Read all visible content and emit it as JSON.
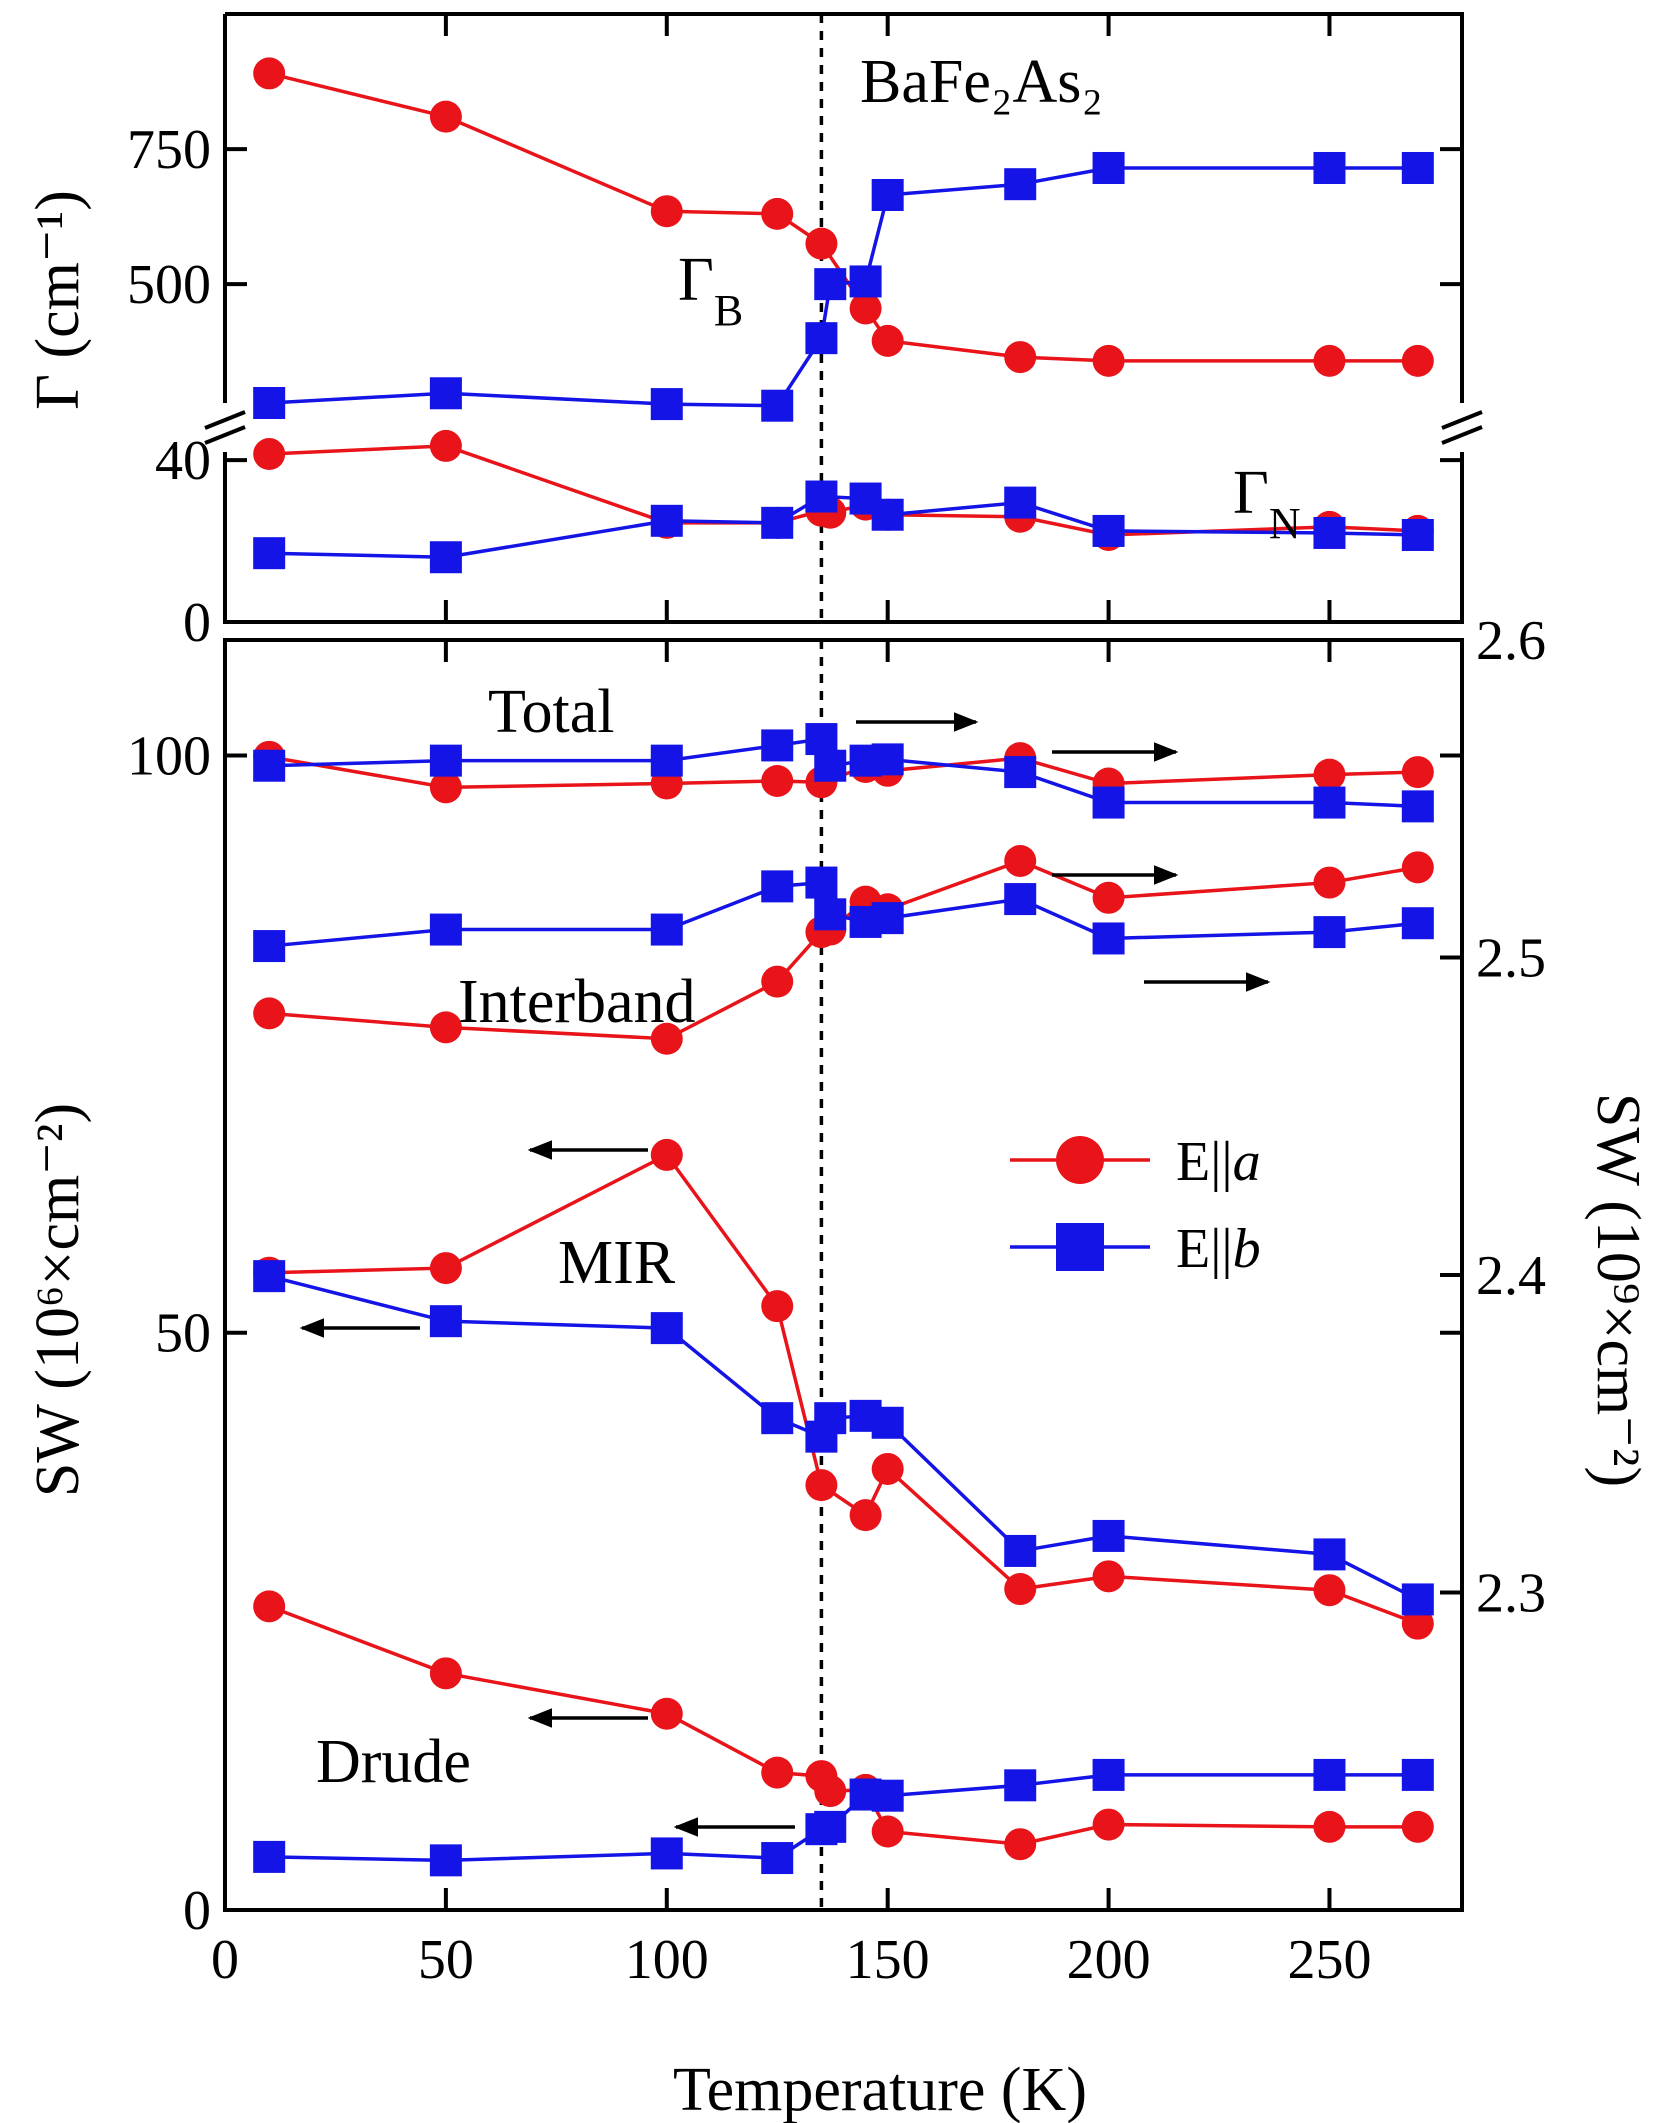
{
  "chart_data": [
    {
      "type": "line",
      "panel": "top",
      "ylabel": "Γ (cm⁻¹)",
      "xlim": [
        0,
        280
      ],
      "x_ticks": [
        0,
        50,
        100,
        150,
        200,
        250
      ],
      "y_ticks_upper": [
        "500",
        "750"
      ],
      "y_ticks_lower": [
        "0",
        "40"
      ],
      "broken_axis": true,
      "annotations": {
        "compound": "BaFe₂As₂",
        "gamma_b": "Γ_B",
        "gamma_n": "Γ_N"
      },
      "transition_T": 135,
      "series": [
        {
          "name": "E||a",
          "group": "Γ_B",
          "color": "#e8141a",
          "marker": "circle",
          "x": [
            10,
            50,
            100,
            125,
            135,
            145,
            150,
            180,
            200,
            250,
            270
          ],
          "y": [
            890,
            810,
            635,
            630,
            575,
            455,
            395,
            365,
            358,
            358,
            358
          ]
        },
        {
          "name": "E||b",
          "group": "Γ_B",
          "color": "#1414e6",
          "marker": "square",
          "x": [
            10,
            50,
            100,
            125,
            135,
            137,
            145,
            150,
            180,
            200,
            250,
            270
          ],
          "y": [
            280,
            298,
            278,
            275,
            400,
            500,
            505,
            665,
            685,
            715,
            715,
            715
          ]
        },
        {
          "name": "E||a",
          "group": "Γ_N",
          "color": "#e8141a",
          "marker": "circle",
          "x": [
            10,
            50,
            100,
            125,
            135,
            137,
            145,
            150,
            180,
            200,
            250,
            270
          ],
          "y": [
            41.5,
            43.5,
            24.5,
            24.5,
            27.5,
            27,
            29,
            26.5,
            26,
            21.5,
            23.5,
            22.5
          ]
        },
        {
          "name": "E||b",
          "group": "Γ_N",
          "color": "#1414e6",
          "marker": "square",
          "x": [
            10,
            50,
            100,
            125,
            135,
            145,
            150,
            180,
            200,
            250,
            270
          ],
          "y": [
            17,
            16,
            25,
            24.5,
            31,
            30.5,
            26.5,
            29.5,
            22.5,
            22,
            21.5
          ]
        }
      ]
    },
    {
      "type": "line",
      "panel": "bottom",
      "xlabel": "Temperature (K)",
      "ylabel_left": "SW (10⁶×cm⁻²)",
      "ylabel_right": "SW (10⁹×cm⁻²)",
      "xlim": [
        0,
        280
      ],
      "ylim_left": [
        0,
        110
      ],
      "ylim_right": [
        2.2,
        2.6
      ],
      "x_ticks": [
        0,
        50,
        100,
        150,
        200,
        250
      ],
      "y_ticks_left": [
        0,
        50,
        100
      ],
      "y_ticks_right": [
        "2.3",
        "2.4",
        "2.5",
        "2.6"
      ],
      "transition_T": 135,
      "annotations": {
        "total": "Total",
        "interband": "Interband",
        "mir": "MIR",
        "drude": "Drude"
      },
      "legend": {
        "position": "center-right",
        "entries": [
          {
            "label": "E||a",
            "color": "#e8141a",
            "marker": "circle"
          },
          {
            "label": "E||b",
            "color": "#1414e6",
            "marker": "square"
          }
        ]
      },
      "series": [
        {
          "name": "E||a",
          "group": "Total",
          "axis": "right",
          "color": "#e8141a",
          "marker": "circle",
          "x": [
            10,
            50,
            100,
            125,
            135,
            145,
            150,
            180,
            200,
            250,
            270
          ],
          "y": [
            2.5632,
            2.5536,
            2.5548,
            2.5556,
            2.5552,
            2.56,
            2.5588,
            2.5628,
            2.5548,
            2.5576,
            2.5584
          ]
        },
        {
          "name": "E||b",
          "group": "Total",
          "axis": "right",
          "color": "#1414e6",
          "marker": "square",
          "x": [
            10,
            50,
            100,
            125,
            135,
            137,
            145,
            150,
            180,
            200,
            250,
            270
          ],
          "y": [
            2.5604,
            2.562,
            2.562,
            2.5668,
            2.5688,
            2.5604,
            2.562,
            2.5624,
            2.5584,
            2.5488,
            2.5488,
            2.5476
          ]
        },
        {
          "name": "E||a",
          "group": "Interband",
          "axis": "right",
          "color": "#e8141a",
          "marker": "circle",
          "x": [
            10,
            50,
            100,
            125,
            135,
            137,
            145,
            150,
            180,
            200,
            250,
            270
          ],
          "y": [
            2.4824,
            2.478,
            2.4744,
            2.4924,
            2.508,
            2.5088,
            2.5176,
            2.5152,
            2.5304,
            2.5188,
            2.5236,
            2.5284
          ]
        },
        {
          "name": "E||b",
          "group": "Interband",
          "axis": "right",
          "color": "#1414e6",
          "marker": "square",
          "x": [
            10,
            50,
            100,
            125,
            135,
            137,
            145,
            150,
            180,
            200,
            250,
            270
          ],
          "y": [
            2.5036,
            2.5088,
            2.5088,
            2.5224,
            2.5236,
            2.5136,
            2.5112,
            2.5124,
            2.5184,
            2.506,
            2.508,
            2.5108
          ]
        },
        {
          "name": "E||a",
          "group": "MIR",
          "axis": "left",
          "color": "#e8141a",
          "marker": "circle",
          "x": [
            10,
            50,
            100,
            125,
            135,
            145,
            150,
            180,
            200,
            250,
            270
          ],
          "y": [
            55.2,
            55.6,
            65.4,
            52.3,
            36.8,
            34.2,
            38.2,
            27.8,
            28.9,
            27.7,
            24.8
          ]
        },
        {
          "name": "E||b",
          "group": "MIR",
          "axis": "left",
          "color": "#1414e6",
          "marker": "square",
          "x": [
            10,
            50,
            100,
            125,
            135,
            137,
            145,
            150,
            180,
            200,
            250,
            270
          ],
          "y": [
            54.9,
            51.0,
            50.4,
            42.6,
            41.0,
            42.6,
            42.8,
            42.2,
            31.1,
            32.4,
            30.8,
            26.9
          ]
        },
        {
          "name": "E||a",
          "group": "Drude",
          "axis": "left",
          "color": "#e8141a",
          "marker": "circle",
          "x": [
            10,
            50,
            100,
            125,
            135,
            137,
            145,
            150,
            180,
            200,
            250,
            270
          ],
          "y": [
            26.3,
            20.5,
            17.0,
            11.9,
            11.6,
            10.3,
            10.4,
            6.8,
            5.7,
            7.4,
            7.2,
            7.2
          ]
        },
        {
          "name": "E||b",
          "group": "Drude",
          "axis": "left",
          "color": "#1414e6",
          "marker": "square",
          "x": [
            10,
            50,
            100,
            125,
            135,
            137,
            145,
            150,
            180,
            200,
            250,
            270
          ],
          "y": [
            4.6,
            4.3,
            4.9,
            4.5,
            7.0,
            7.2,
            10.0,
            9.9,
            10.8,
            11.7,
            11.7,
            11.7
          ]
        }
      ]
    }
  ]
}
